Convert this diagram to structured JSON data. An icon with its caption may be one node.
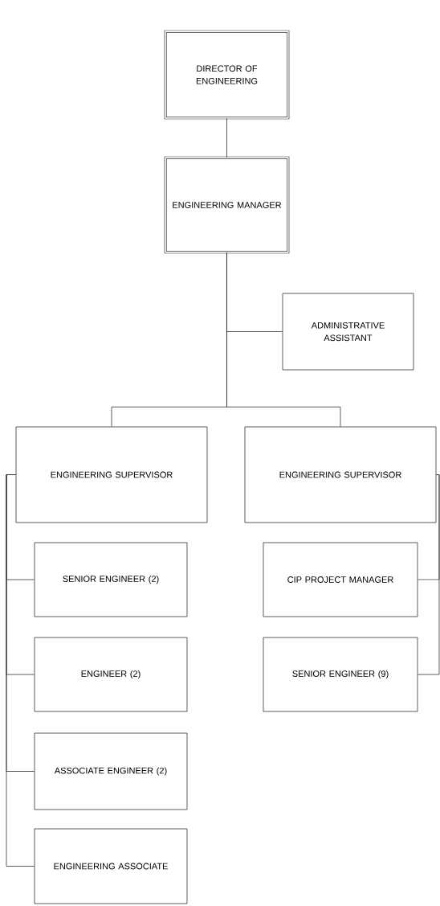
{
  "diagram": {
    "nodes": [
      {
        "text": [
          "DIRECTOR OF ENGINEERING"
        ]
      },
      {
        "text": [
          "ENGINEERING MANAGER"
        ]
      },
      {
        "text": [
          "ADMINISTRATIVE ASSISTANT"
        ]
      },
      {
        "text": [
          "ENGINEERING SUPERVISOR"
        ]
      },
      {
        "text": [
          "ENGINEERING SUPERVISOR"
        ]
      },
      {
        "text": [
          "SENIOR ENGINEER (2)"
        ]
      },
      {
        "text": [
          "CIP PROJECT MANAGER"
        ]
      },
      {
        "text": [
          "ENGINEER (2)"
        ]
      },
      {
        "text": [
          "SENIOR ENGINEER (9)"
        ]
      },
      {
        "text": [
          "ASSOCIATE ENGINEER (2)"
        ]
      },
      {
        "text": [
          "ENGINEERING ASSOCIATE"
        ]
      }
    ],
    "edges": [
      {
        "from": 0,
        "to": 1,
        "arrow": "none"
      },
      {
        "from": 1,
        "to": 2,
        "arrow": "none"
      },
      {
        "from": 1,
        "to": 3,
        "arrow": "none"
      },
      {
        "from": 1,
        "to": 4,
        "arrow": "none"
      },
      {
        "from": 3,
        "to": 5,
        "arrow": "none"
      },
      {
        "from": 3,
        "to": 7,
        "arrow": "none"
      },
      {
        "from": 3,
        "to": 9,
        "arrow": "none"
      },
      {
        "from": 3,
        "to": 10,
        "arrow": "none"
      },
      {
        "from": 4,
        "to": 6,
        "arrow": "none"
      },
      {
        "from": 4,
        "to": 8,
        "arrow": "none"
      }
    ]
  }
}
